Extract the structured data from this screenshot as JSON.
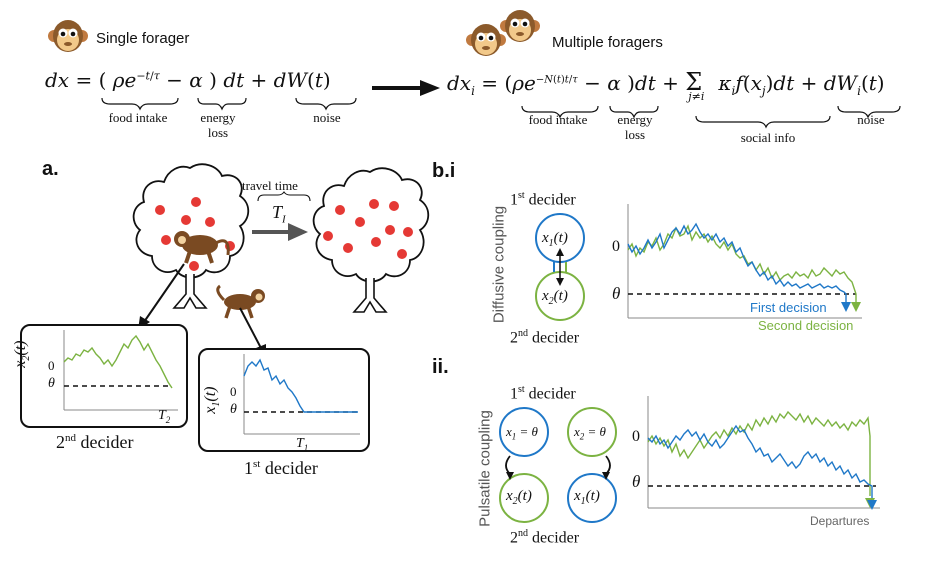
{
  "header": {
    "single_title": "Single forager",
    "multiple_title": "Multiple foragers",
    "single_equation_text": "dx = ( ρe^{-t/τ} − α ) dt + dW(t)",
    "multiple_equation_text": "dx_i = ( ρe^{-N(t)t/τ} − α ) dt + Σ_{j≠i} κ_i f(x_j) dt + dW_i(t)",
    "underbrace_food": "food intake",
    "underbrace_energy": "energy loss",
    "underbrace_noise": "noise",
    "underbrace_social": "social info"
  },
  "panel_a": {
    "label": "a.",
    "travel_time_text": "travel time",
    "travel_time_symbol": "T_I",
    "left_box": {
      "y_label": "x_2(t)",
      "zero": "0",
      "theta": "θ",
      "x_tick": "T_2",
      "caption": "2nd decider"
    },
    "right_box": {
      "y_label": "x_1(t)",
      "zero": "0",
      "theta": "θ",
      "x_tick": "T_1",
      "caption": "1st decider"
    }
  },
  "panel_bi": {
    "label": "b.i",
    "side_label": "Diffusive coupling",
    "first_decider": "1st decider",
    "second_decider": "2nd decider",
    "node_top": "x_1(t)",
    "node_bottom": "x_2(t)",
    "zero": "0",
    "theta": "θ",
    "first_decision": "First decision",
    "second_decision": "Second decision"
  },
  "panel_bii": {
    "label": "ii.",
    "side_label": "Pulsatile coupling",
    "first_decider": "1st decider",
    "second_decider": "2nd decider",
    "node_top_left": "x_1 = θ",
    "node_top_right": "x_2 = θ",
    "node_bottom_left": "x_2(t)",
    "node_bottom_right": "x_1(t)",
    "zero": "0",
    "theta": "θ",
    "departures": "Departures"
  },
  "colors": {
    "green": "#7cb342",
    "blue": "#1f78c8",
    "red": "#e53935",
    "arrow_gray": "#555555"
  }
}
